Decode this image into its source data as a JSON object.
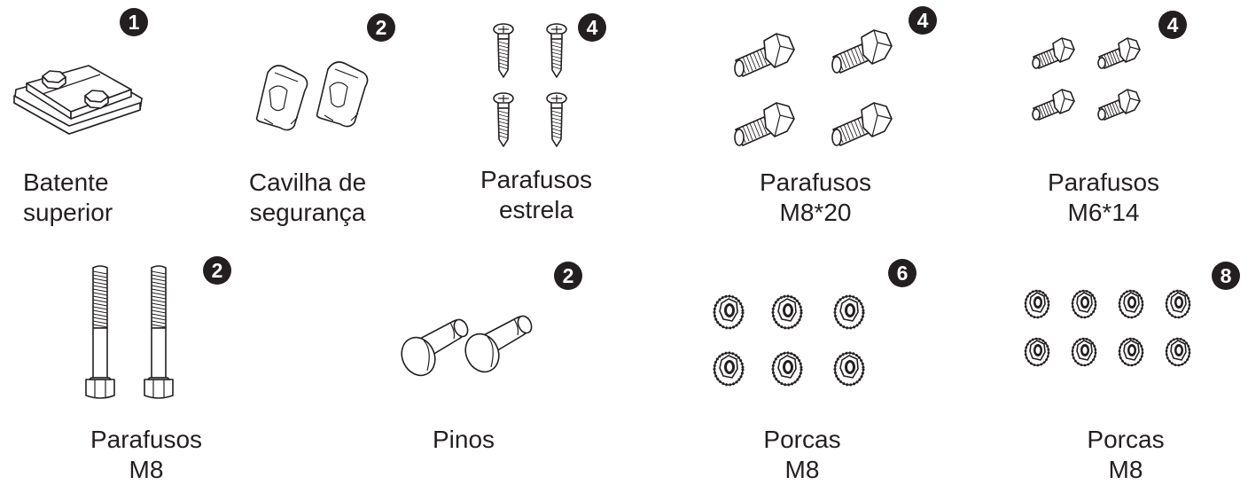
{
  "parts": [
    {
      "id": "batente",
      "qty": "1",
      "label_lines": [
        "Batente",
        "superior"
      ]
    },
    {
      "id": "cavilha",
      "qty": "2",
      "label_lines": [
        "Cavilha de",
        "segurança"
      ]
    },
    {
      "id": "estrela",
      "qty": "4",
      "label_lines": [
        "Parafusos",
        "estrela"
      ]
    },
    {
      "id": "m8x20",
      "qty": "4",
      "label_lines": [
        "Parafusos",
        "M8*20"
      ]
    },
    {
      "id": "m6x14",
      "qty": "4",
      "label_lines": [
        "Parafusos",
        "M6*14"
      ]
    },
    {
      "id": "m8bolt",
      "qty": "2",
      "label_lines": [
        "Parafusos",
        "M8"
      ]
    },
    {
      "id": "pinos",
      "qty": "2",
      "label_lines": [
        "Pinos"
      ]
    },
    {
      "id": "porcas6",
      "qty": "6",
      "label_lines": [
        "Porcas",
        "M8"
      ]
    },
    {
      "id": "porcas8",
      "qty": "8",
      "label_lines": [
        "Porcas",
        "M8"
      ]
    }
  ],
  "icons": [
    "clamp-plate-icon",
    "safety-pin-icon",
    "phillips-screw-icon",
    "hex-bolt-icon",
    "long-bolt-icon",
    "pin-icon",
    "flange-nut-icon"
  ],
  "colors": {
    "ink": "#231f20",
    "background": "#ffffff"
  }
}
